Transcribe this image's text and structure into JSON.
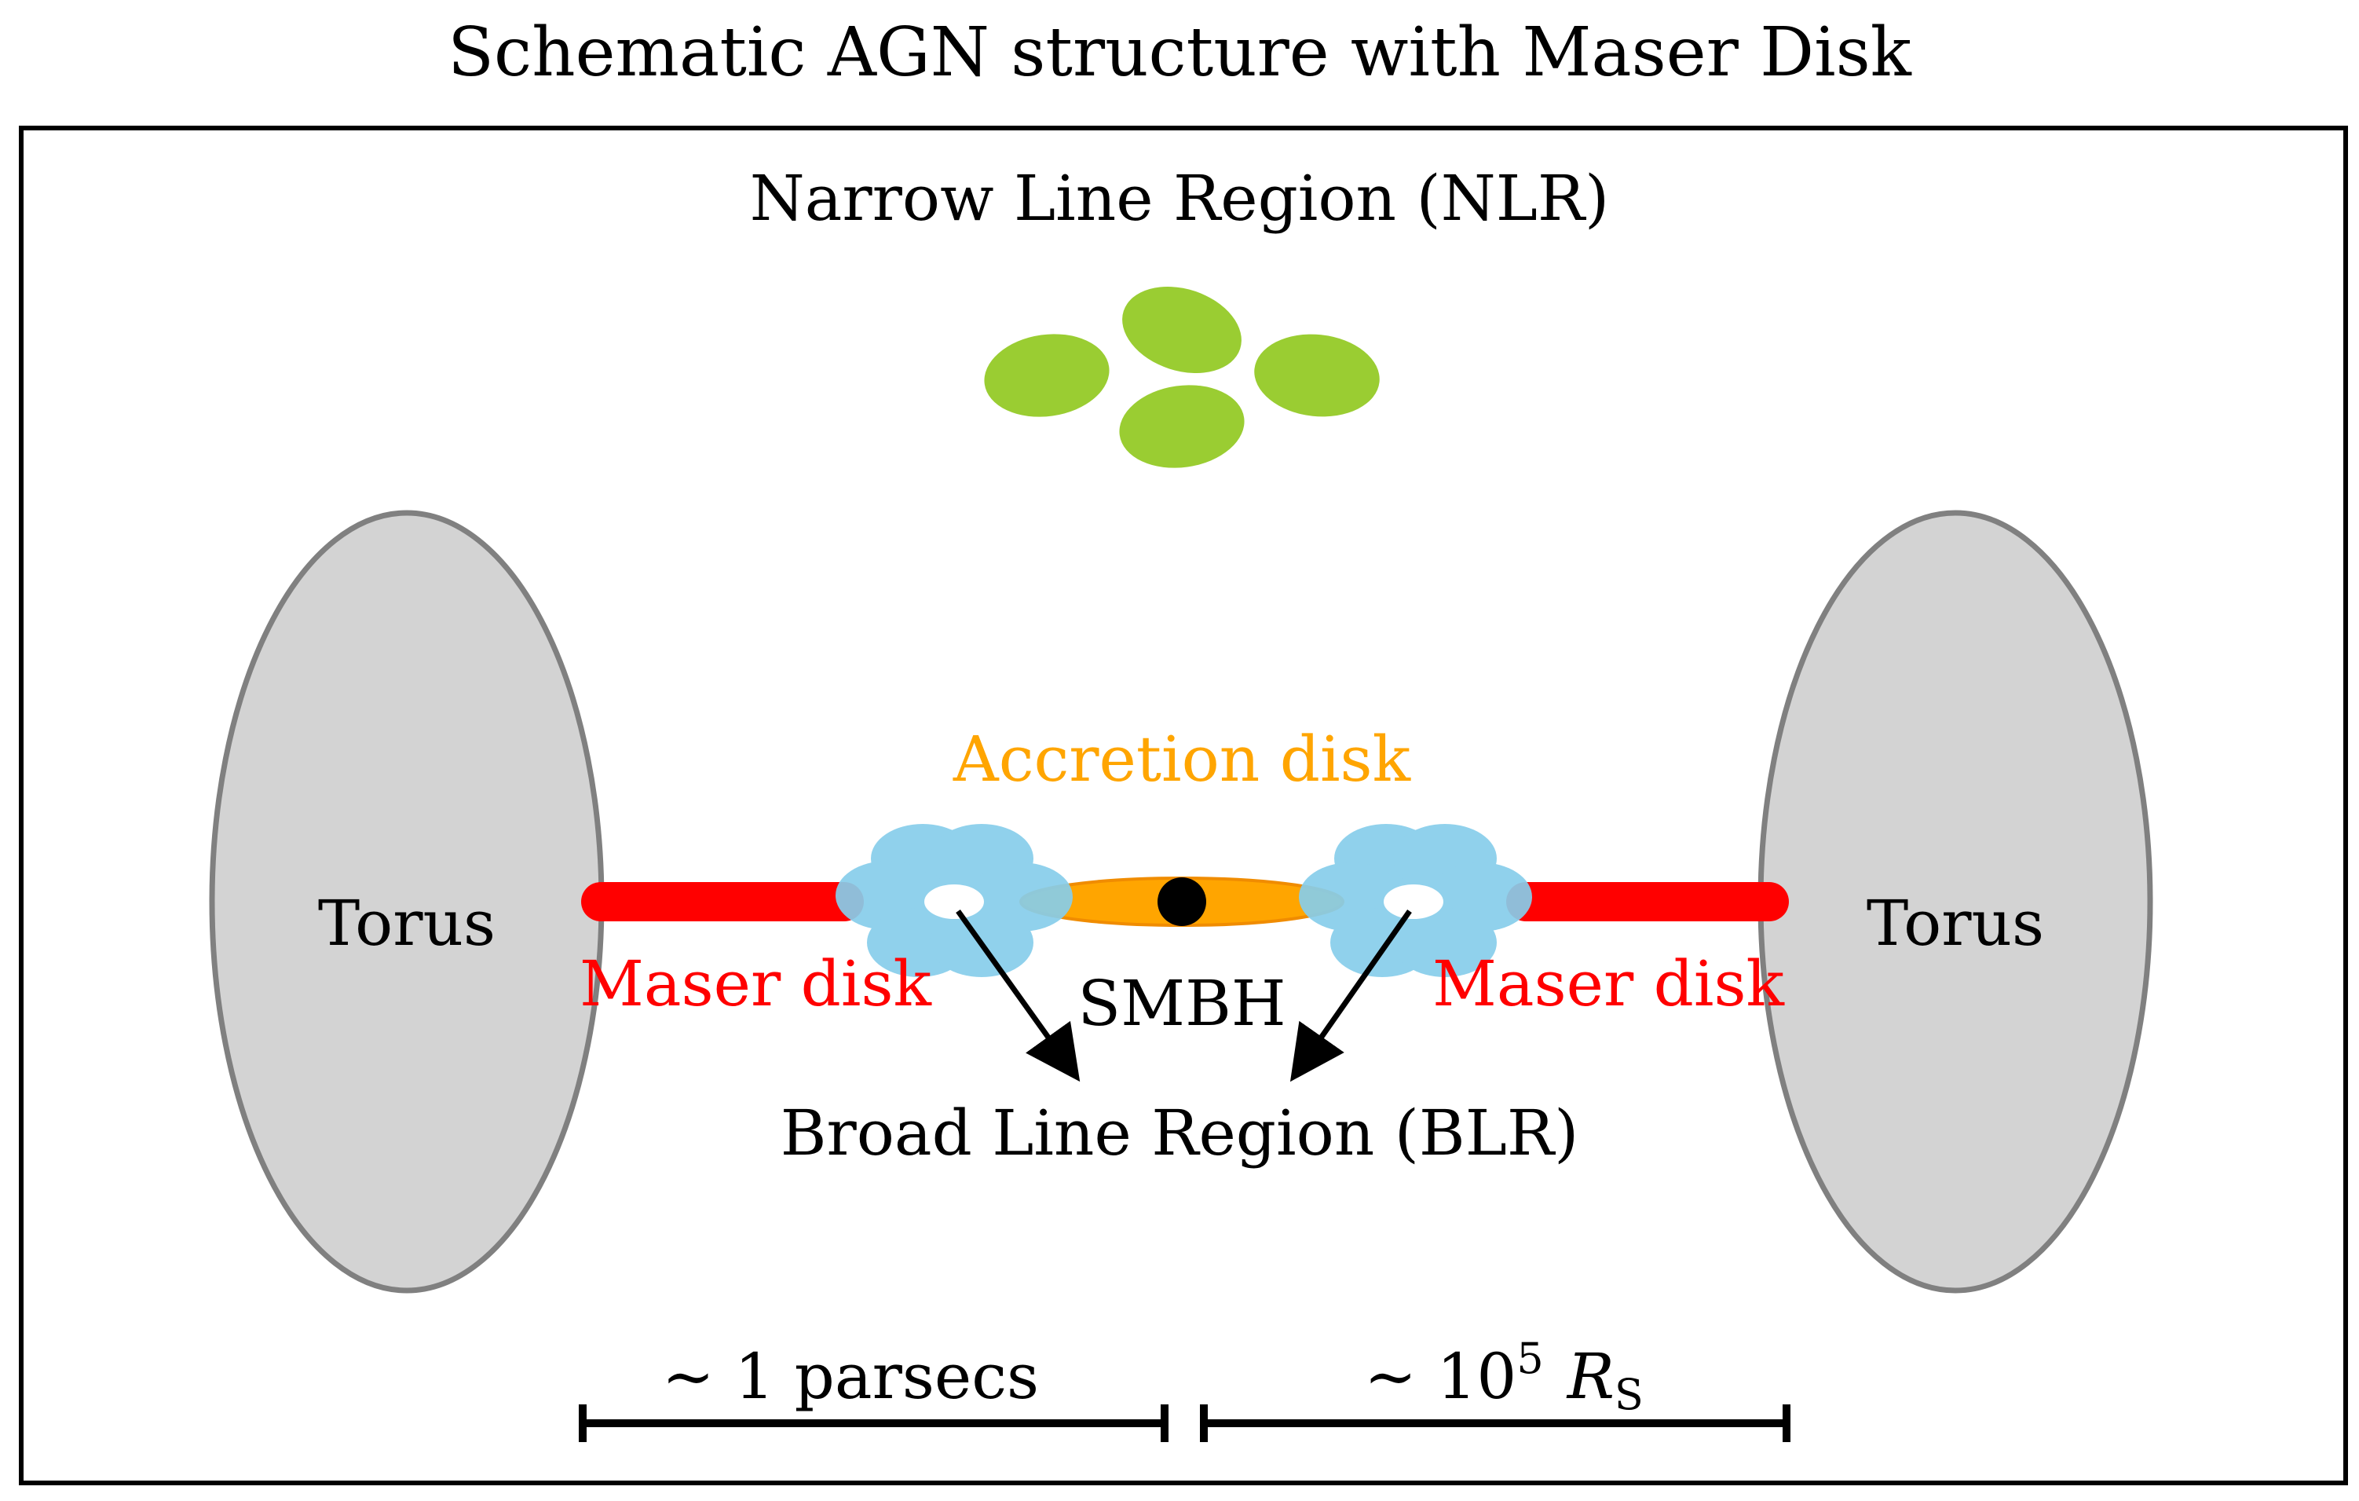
{
  "title": "Schematic AGN structure with Maser Disk",
  "labels": {
    "nlr": "Narrow Line Region (NLR)",
    "torus_left": "Torus",
    "torus_right": "Torus",
    "accretion_disk": "Accretion disk",
    "maser_left": "Maser disk",
    "maser_right": "Maser disk",
    "smbh": "SMBH",
    "blr": "Broad Line Region (BLR)"
  },
  "scale_bars": {
    "left_prefix": "∼ 1 parsecs",
    "right_prefix": "∼ 10",
    "right_exponent": "5",
    "right_symbol": "R",
    "right_subscript": "S"
  },
  "colors": {
    "frame": "#000000",
    "torus_fill": "#d3d3d3",
    "torus_stroke": "#808080",
    "maser": "#ff0000",
    "accretion": "#ffa500",
    "blr_clouds": "#87ceeb",
    "nlr_clouds": "#9acd32",
    "smbh": "#000000",
    "text": "#000000"
  }
}
